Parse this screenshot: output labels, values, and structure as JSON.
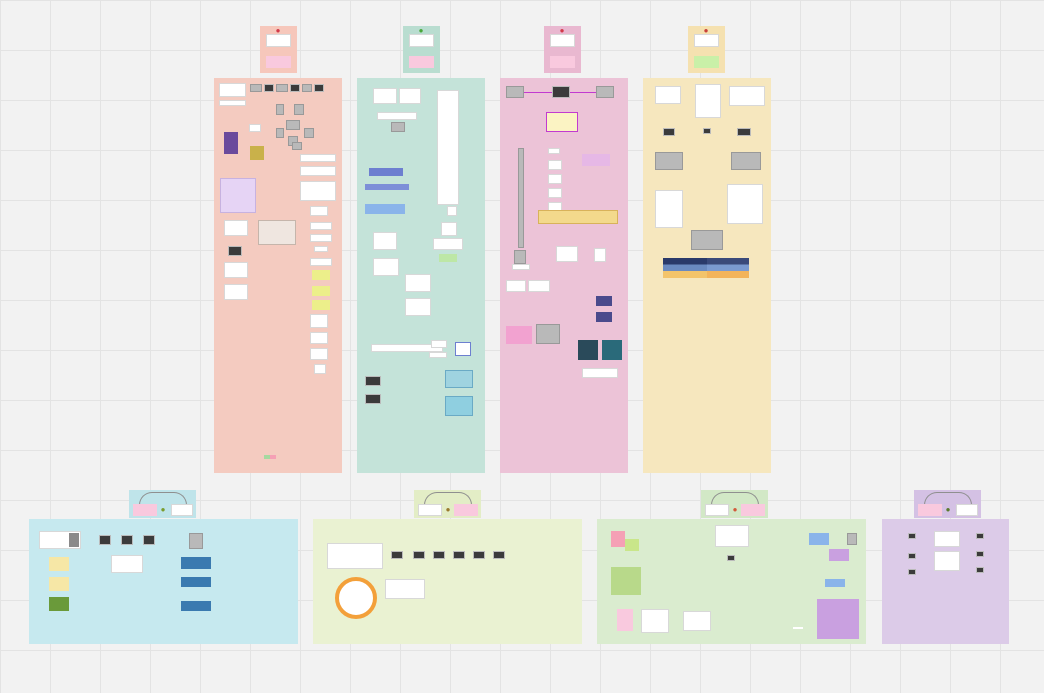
{
  "board": {
    "background": "#f2f2f2",
    "grid_color": "#e3e3e3"
  },
  "columns": [
    {
      "name": "column-1",
      "color": "#f4cbc0",
      "header_color": "#f6c7bb",
      "icon": "fruit-icon",
      "icon_color": "#d23a4a"
    },
    {
      "name": "column-2",
      "color": "#c4e3d9",
      "header_color": "#b9ddd0",
      "icon": "apple-icon",
      "icon_color": "#4aa83a"
    },
    {
      "name": "column-3",
      "color": "#ecc3d7",
      "header_color": "#e9b8d0",
      "icon": "fruit-icon",
      "icon_color": "#d23a4a"
    },
    {
      "name": "column-4",
      "color": "#f6e7be",
      "header_color": "#f5e1b0",
      "icon": "fruit-icon",
      "icon_color": "#c8403a"
    }
  ],
  "sections": [
    {
      "name": "section-1",
      "color": "#c6e9ef",
      "header_color": "#bfe4ea",
      "icon": "kiwi-icon",
      "icon_color": "#7a9c2e"
    },
    {
      "name": "section-2",
      "color": "#eaf2d2",
      "header_color": "#e3edc6",
      "icon": "kiwi-icon",
      "icon_color": "#9a7a2e"
    },
    {
      "name": "section-3",
      "color": "#daeccf",
      "header_color": "#d2e8c6",
      "icon": "fruit-icon",
      "icon_color": "#d25a3a"
    },
    {
      "name": "section-4",
      "color": "#dccbe8",
      "header_color": "#d4c1e4",
      "icon": "avocado-icon",
      "icon_color": "#5a7a2e"
    }
  ]
}
